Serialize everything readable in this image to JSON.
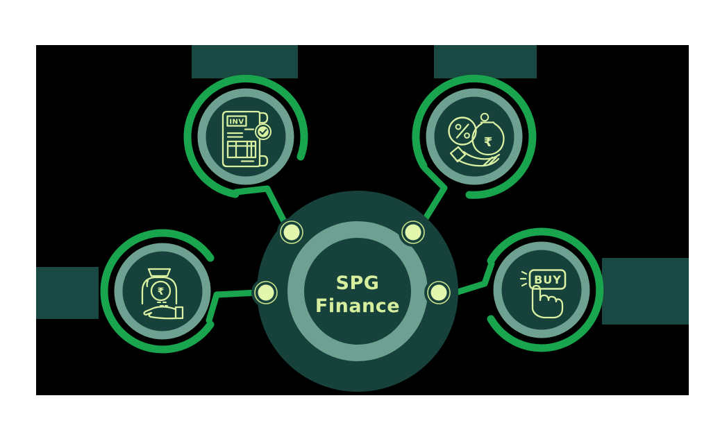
{
  "diagram_title": "SPG Finance diagram",
  "colors": {
    "page_background": "#ffffff",
    "panel_background": "#000000",
    "dark_teal_fill": "#17423c",
    "label_box_fill": "#1a4842",
    "sea_green_ring": "#6ea192",
    "bright_green": "#19a54e",
    "lime_line_art": "#daf0a2",
    "node_dot_fill": "#e2f7ac",
    "node_dot_ring": "#c9e48d",
    "hub_text": "#d6ee9e"
  },
  "hub": {
    "line1": "SPG",
    "line2": "Finance"
  },
  "satellites": {
    "invoice": {
      "position": "top-left",
      "icon": "invoice-document-check-icon",
      "tag": "INV"
    },
    "interest": {
      "position": "top-right",
      "icon": "percent-money-bag-hand-icon",
      "currency_symbol": "₹"
    },
    "savings": {
      "position": "left",
      "icon": "money-bag-coin-hand-icon",
      "currency_symbol": "₹"
    },
    "purchase": {
      "position": "right",
      "icon": "buy-button-press-icon",
      "button_label": "BUY"
    }
  },
  "label_boxes": {
    "top_left": {
      "text": ""
    },
    "top_right": {
      "text": ""
    },
    "left": {
      "text": ""
    },
    "right": {
      "text": ""
    }
  }
}
